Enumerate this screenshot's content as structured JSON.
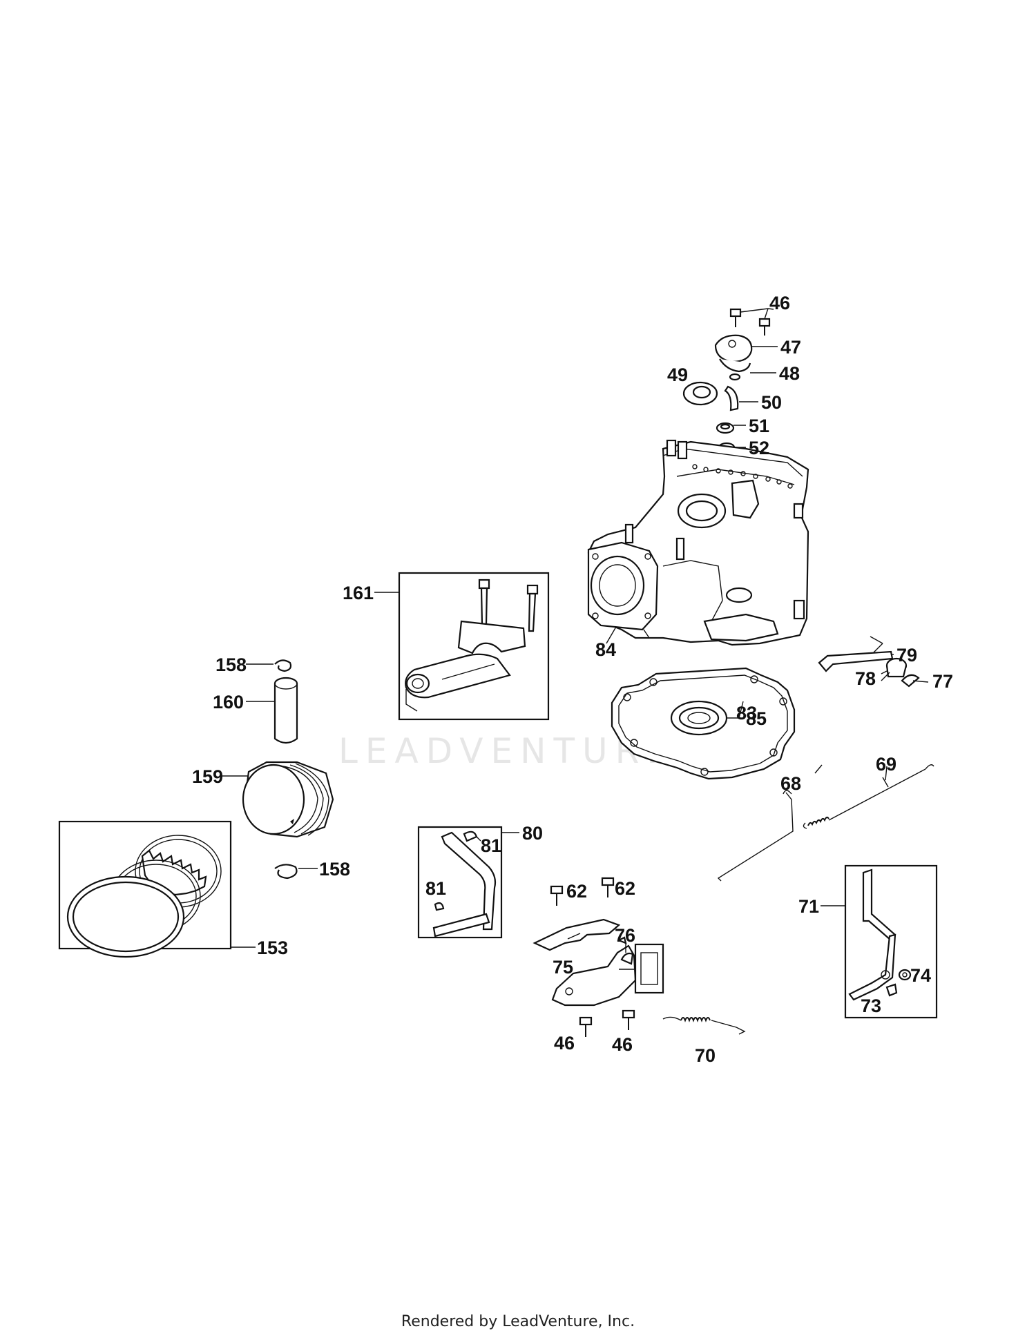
{
  "footer": "Rendered by LeadVenture, Inc.",
  "watermark": "LEADVENTURE",
  "labels": {
    "l46a": "46",
    "l47": "47",
    "l48": "48",
    "l49": "49",
    "l50": "50",
    "l51": "51",
    "l52": "52",
    "l161": "161",
    "l84": "84",
    "l79": "79",
    "l78": "78",
    "l77": "77",
    "l83": "83",
    "l85": "85",
    "l158a": "158",
    "l160": "160",
    "l159": "159",
    "l158b": "158",
    "l153": "153",
    "l80": "80",
    "l81a": "81",
    "l81b": "81",
    "l62a": "62",
    "l62b": "62",
    "l76": "76",
    "l75": "75",
    "l46b": "46",
    "l46c": "46",
    "l70": "70",
    "l69": "69",
    "l68": "68",
    "l71": "71",
    "l74": "74",
    "l73": "73"
  }
}
